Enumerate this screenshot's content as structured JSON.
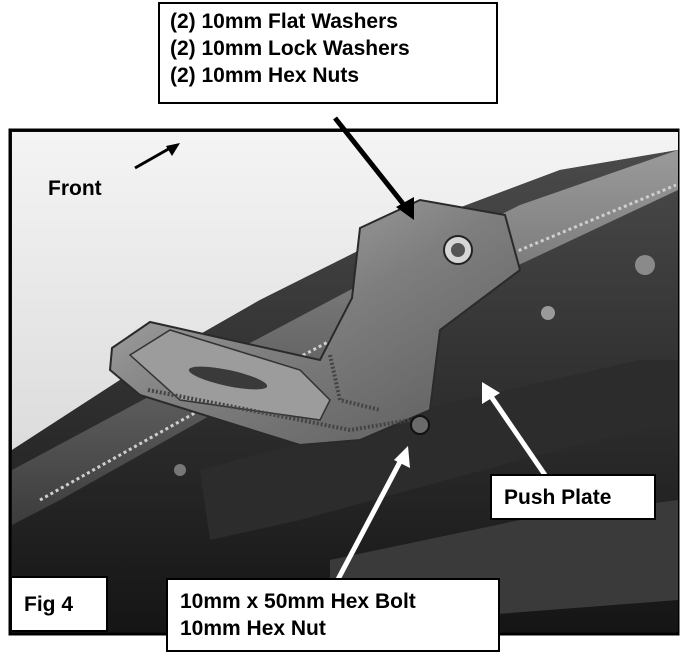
{
  "callouts": {
    "hardware_top": [
      "(2) 10mm Flat Washers",
      "(2) 10mm Lock Washers",
      "(2) 10mm Hex Nuts"
    ],
    "front": "Front",
    "push_plate": "Push Plate",
    "fig": "Fig 4",
    "hardware_bottom": [
      "10mm x 50mm Hex Bolt",
      "10mm Hex Nut"
    ]
  },
  "colors": {
    "ink": "#000000",
    "paper": "#ffffff"
  }
}
